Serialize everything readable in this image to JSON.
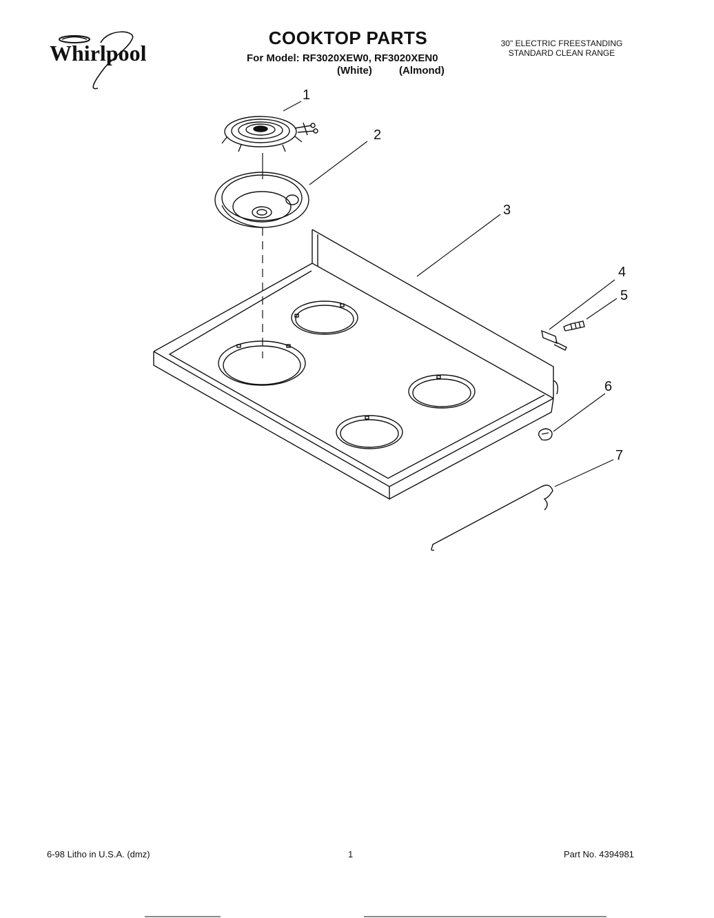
{
  "brand": "Whirlpool",
  "title": "COOKTOP PARTS",
  "model_line": "For Model: RF3020XEW0, RF3020XEN0",
  "colors": [
    "(White)",
    "(Almond)"
  ],
  "subtitle_lines": [
    "30\" ELECTRIC FREESTANDING",
    "STANDARD CLEAN RANGE"
  ],
  "callouts": [
    "1",
    "2",
    "3",
    "4",
    "5",
    "6",
    "7"
  ],
  "footer": {
    "left": "6-98 Litho in U.S.A. (dmz)",
    "page": "1",
    "part_no": "Part No. 4394981"
  }
}
